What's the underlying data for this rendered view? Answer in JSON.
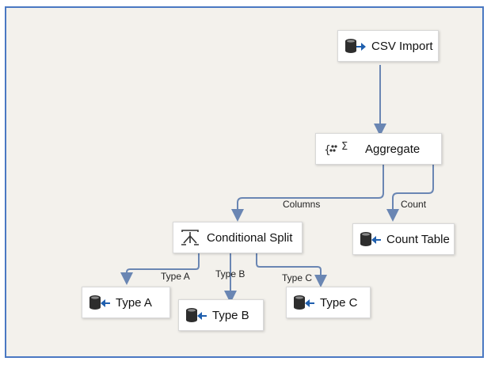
{
  "nodes": {
    "csv_import": {
      "label": "CSV Import",
      "icon": "source-database-icon"
    },
    "aggregate": {
      "label": "Aggregate",
      "icon": "aggregate-sigma-icon"
    },
    "conditional_split": {
      "label": "Conditional Split",
      "icon": "conditional-split-icon"
    },
    "count_table": {
      "label": "Count Table",
      "icon": "destination-database-icon"
    },
    "type_a": {
      "label": "Type A",
      "icon": "destination-database-icon"
    },
    "type_b": {
      "label": "Type B",
      "icon": "destination-database-icon"
    },
    "type_c": {
      "label": "Type C",
      "icon": "destination-database-icon"
    }
  },
  "paths": {
    "columns": "Columns",
    "count": "Count",
    "type_a": "Type A",
    "type_b": "Type B",
    "type_c": "Type C"
  },
  "colors": {
    "frame_border": "#4a78c2",
    "canvas": "#f3f1ec",
    "connector": "#6a86b3",
    "arrow_icon": "#1f5fae"
  }
}
